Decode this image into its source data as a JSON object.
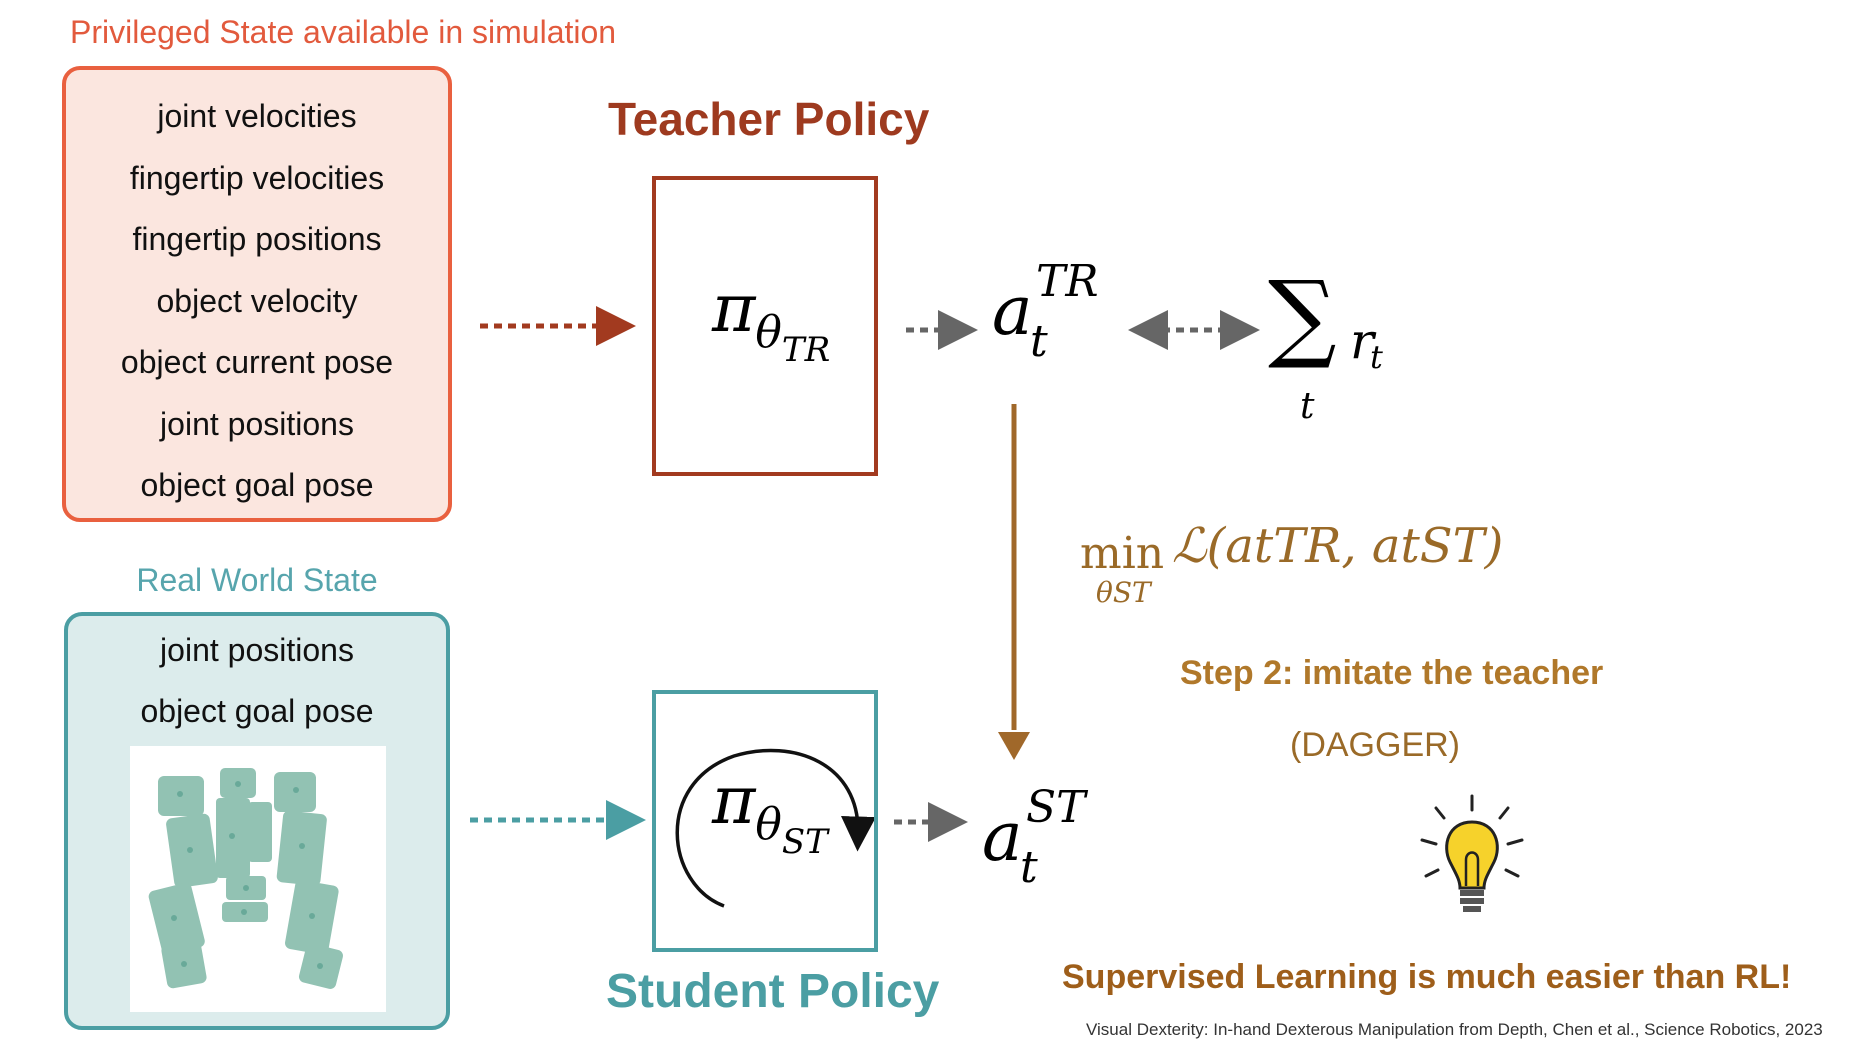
{
  "privileged": {
    "title": "Privileged State available in simulation",
    "items": [
      "joint velocities",
      "fingertip velocities",
      "fingertip positions",
      "object velocity",
      "object current pose",
      "joint positions",
      "object goal pose"
    ]
  },
  "real_world": {
    "title": "Real World State",
    "items": [
      "joint positions",
      "object goal pose"
    ]
  },
  "teacher": {
    "title": "Teacher Policy",
    "policy_symbol": "π",
    "policy_sub_theta": "θ",
    "policy_sub_label": "TR",
    "action_base": "a",
    "action_sub": "t",
    "action_sup": "TR"
  },
  "student": {
    "title": "Student Policy",
    "policy_symbol": "π",
    "policy_sub_theta": "θ",
    "policy_sub_label": "ST",
    "action_base": "a",
    "action_sub": "t",
    "action_sup": "ST"
  },
  "reward": {
    "sum_symbol": "∑",
    "sum_index": "t",
    "term": "r",
    "term_sub": "t"
  },
  "loss": {
    "min_word": "min",
    "min_sub": "θST",
    "expression": "ℒ(atTR, atST)"
  },
  "step_label": "Step 2: imitate the teacher",
  "method_label": "(DAGGER)",
  "takeaway": "Supervised Learning is much easier than RL!",
  "citation": "Visual Dexterity: In-hand Dexterous Manipulation from Depth, Chen et al., Science Robotics, 2023",
  "colors": {
    "privileged": "#e9603f",
    "real_world": "#4b9ea3",
    "teacher": "#a23a1f",
    "student": "#4b9ea3",
    "loss": "#9a6a28"
  },
  "icons": [
    "lightbulb-icon",
    "point-cloud-image"
  ]
}
